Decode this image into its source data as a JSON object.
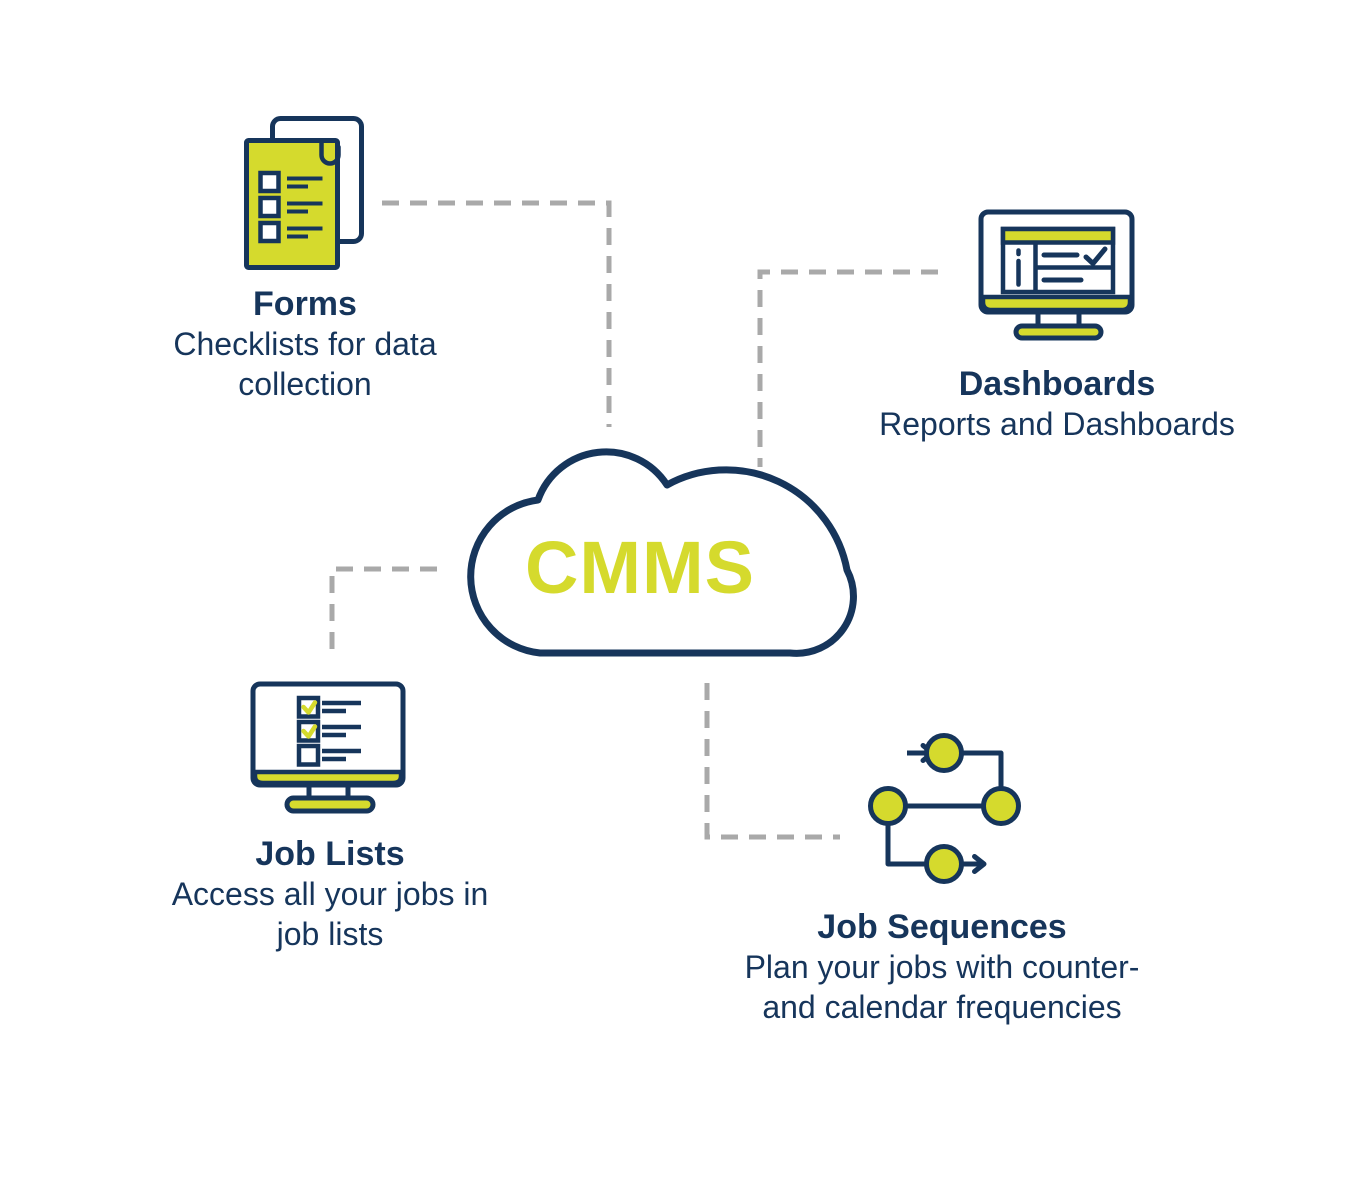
{
  "cloud": {
    "label": "CMMS"
  },
  "features": {
    "forms": {
      "title": "Forms",
      "description": "Checklists for data collection",
      "icon": "checklist-document-icon"
    },
    "dashboards": {
      "title": "Dashboards",
      "description": "Reports and Dashboards",
      "icon": "dashboard-monitor-icon"
    },
    "job_lists": {
      "title": "Job Lists",
      "description": "Access all your jobs in job lists",
      "icon": "checklist-monitor-icon"
    },
    "job_sequences": {
      "title": "Job Sequences",
      "description": "Plan your jobs with counter- and calendar frequencies",
      "icon": "flowchart-sequence-icon"
    }
  },
  "colors": {
    "navy": "#16355b",
    "yellow": "#d5da2d",
    "gray": "#a9a9a9",
    "background": "#ffffff"
  }
}
